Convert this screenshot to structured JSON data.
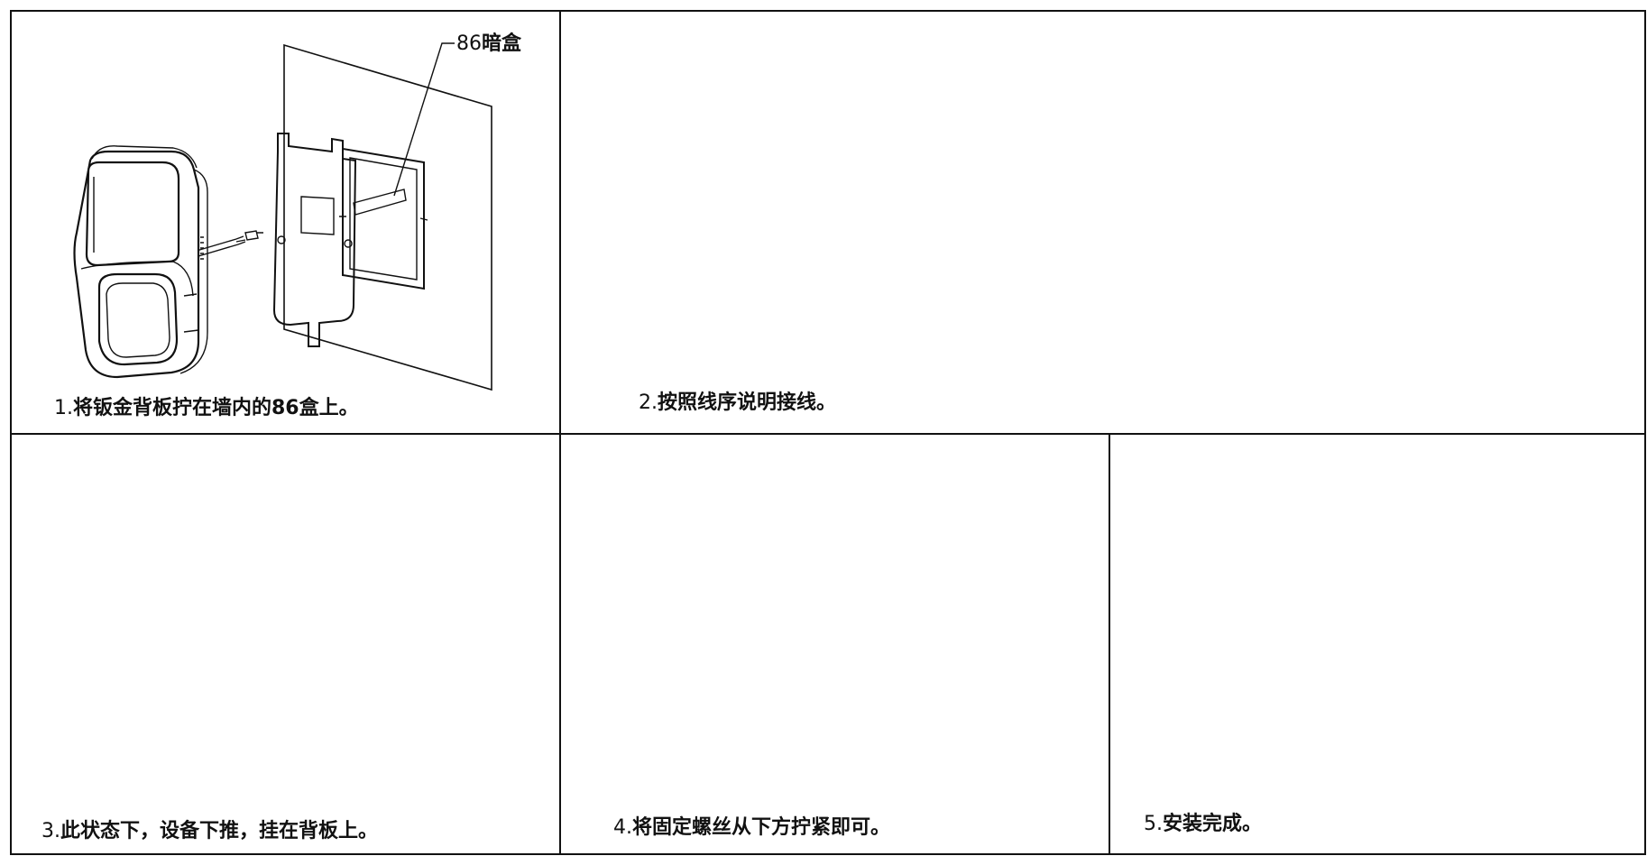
{
  "label_86_box": {
    "num": "86",
    "text": "暗盒"
  },
  "steps": [
    {
      "num": "1.",
      "text": "将钣金背板拧在墙内的86盒上。"
    },
    {
      "num": "2.",
      "text": "按照线序说明接线。"
    },
    {
      "num": "3.",
      "text": "此状态下，设备下推，挂在背板上。"
    },
    {
      "num": "4.",
      "text": "将固定螺丝从下方拧紧即可。"
    },
    {
      "num": "5.",
      "text": "安装完成。"
    }
  ],
  "colors": {
    "line": "#111111",
    "background": "#ffffff"
  }
}
